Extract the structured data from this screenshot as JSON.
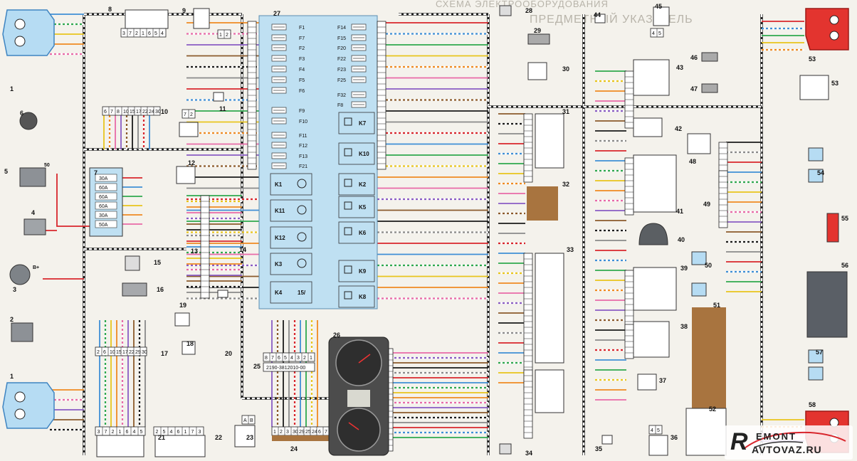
{
  "titles": {
    "left": "СХЕМА ЭЛЕКТРООБОРУДОВАНИЯ",
    "right": "ПРЕДМЕТНЫЙ УКАЗАТЕЛЬ"
  },
  "colors": {
    "wire_red": "#d8262c",
    "wire_blue": "#3f8fd6",
    "wire_green": "#2fa84f",
    "wire_yellow": "#e8c51d",
    "wire_orange": "#ef8a22",
    "wire_pink": "#e86aa8",
    "wire_violet": "#8a5cc4",
    "wire_brown": "#8b5a2b",
    "wire_black": "#1a1a1a",
    "wire_grey": "#8a8a8a",
    "fuse_block": "#bfe0f2",
    "brown_module": "#a8743f",
    "lamp_red": "#e3342f"
  },
  "components": [
    {
      "id": "1",
      "name": "headlight-left-top"
    },
    {
      "id": "1",
      "name": "headlight-left-bottom"
    },
    {
      "id": "2",
      "name": "wiper-motor"
    },
    {
      "id": "3",
      "name": "alternator"
    },
    {
      "id": "4",
      "name": "battery"
    },
    {
      "id": "5",
      "name": "starter"
    },
    {
      "id": "6",
      "name": "horn"
    },
    {
      "id": "7",
      "name": "power-fuse-box"
    },
    {
      "id": "8",
      "name": "connector-8"
    },
    {
      "id": "9",
      "name": "sensor-9"
    },
    {
      "id": "10",
      "name": "connector-10"
    },
    {
      "id": "11",
      "name": "sensor-11"
    },
    {
      "id": "12",
      "name": "sensor-12"
    },
    {
      "id": "13",
      "name": "connector-13"
    },
    {
      "id": "14",
      "name": "connector-14"
    },
    {
      "id": "15",
      "name": "fan-15"
    },
    {
      "id": "16",
      "name": "washer-16"
    },
    {
      "id": "17",
      "name": "connector-17"
    },
    {
      "id": "18",
      "name": "switch-18"
    },
    {
      "id": "19",
      "name": "switch-19"
    },
    {
      "id": "20",
      "name": "sensor-20"
    },
    {
      "id": "21",
      "name": "switch-21"
    },
    {
      "id": "22",
      "name": "switch-22"
    },
    {
      "id": "23",
      "name": "motor-23"
    },
    {
      "id": "24",
      "name": "connector-24"
    },
    {
      "id": "25",
      "name": "connector-25"
    },
    {
      "id": "26",
      "name": "instrument-cluster"
    },
    {
      "id": "27",
      "name": "mounting-block"
    },
    {
      "id": "28",
      "name": "lamp-28"
    },
    {
      "id": "29",
      "name": "sensor-29"
    },
    {
      "id": "30",
      "name": "switch-30"
    },
    {
      "id": "31",
      "name": "relay-31"
    },
    {
      "id": "32",
      "name": "module-32"
    },
    {
      "id": "33",
      "name": "switch-33"
    },
    {
      "id": "34",
      "name": "lamp-34"
    },
    {
      "id": "35",
      "name": "sensor-35"
    },
    {
      "id": "36",
      "name": "motor-36"
    },
    {
      "id": "37",
      "name": "motor-37"
    },
    {
      "id": "38",
      "name": "switch-38"
    },
    {
      "id": "39",
      "name": "switch-39"
    },
    {
      "id": "40",
      "name": "dome-lamp-40"
    },
    {
      "id": "41",
      "name": "switch-41"
    },
    {
      "id": "42",
      "name": "switch-42"
    },
    {
      "id": "43",
      "name": "switch-43"
    },
    {
      "id": "44",
      "name": "sensor-44"
    },
    {
      "id": "45",
      "name": "motor-45"
    },
    {
      "id": "46",
      "name": "sensor-46"
    },
    {
      "id": "47",
      "name": "sensor-47"
    },
    {
      "id": "48",
      "name": "switch-48"
    },
    {
      "id": "49",
      "name": "connector-49"
    },
    {
      "id": "50",
      "name": "lamp-50"
    },
    {
      "id": "51",
      "name": "module-51"
    },
    {
      "id": "52",
      "name": "motor-52"
    },
    {
      "id": "53",
      "name": "taillight-top"
    },
    {
      "id": "53",
      "name": "taillight-bottom"
    },
    {
      "id": "54",
      "name": "motor-54"
    },
    {
      "id": "55",
      "name": "lamp-55"
    },
    {
      "id": "56",
      "name": "stop-lamp-56"
    },
    {
      "id": "57",
      "name": "rear-heater-57"
    },
    {
      "id": "58",
      "name": "lamp-58"
    }
  ],
  "fuses": {
    "left_column": [
      "F1",
      "F7",
      "F2",
      "F3",
      "F4",
      "F5",
      "F6",
      "F9",
      "F10",
      "F11",
      "F12",
      "F13",
      "F21"
    ],
    "right_column": [
      "F14",
      "F15",
      "F20",
      "F22",
      "F23",
      "F25",
      "F32",
      "F8"
    ],
    "power_fuses": [
      "30A",
      "60A",
      "60A",
      "60A",
      "30A",
      "50A"
    ]
  },
  "relays": {
    "left": [
      "K1",
      "K11",
      "K12",
      "K3",
      "K4"
    ],
    "right": [
      "K7",
      "K10",
      "K2",
      "K5",
      "K6",
      "K9",
      "K8"
    ]
  },
  "relay_symbols": {
    "K4": "15/"
  },
  "connector_pins": {
    "c8": [
      "3",
      "7",
      "2",
      "1",
      "6",
      "5",
      "4"
    ],
    "c9": [
      "1",
      "2"
    ],
    "c10": [
      "6",
      "7",
      "8",
      "10",
      "15",
      "17",
      "22",
      "24",
      "30"
    ],
    "c12a": [
      "7",
      "2"
    ],
    "c17": [
      "2",
      "6",
      "10",
      "15",
      "17",
      "22",
      "29",
      "30"
    ],
    "c21": [
      "3",
      "7",
      "2",
      "1",
      "6",
      "4",
      "5"
    ],
    "c22": [
      "2",
      "5",
      "4",
      "6",
      "1",
      "7",
      "3"
    ],
    "c23": [
      "A",
      "B"
    ],
    "c24": [
      "1",
      "2",
      "3",
      "30",
      "29",
      "25",
      "24",
      "6",
      "7"
    ],
    "c25": [
      "8",
      "7",
      "6",
      "5",
      "4",
      "3",
      "2",
      "1"
    ],
    "c25_part": "2190-3812010-00",
    "c36": [
      "4",
      "5"
    ],
    "c45": [
      "4",
      "5"
    ]
  },
  "battery_labels": {
    "starter_terminal": "50",
    "alternator_terminal": "B+"
  },
  "watermark": {
    "brand_line1": "EMONT",
    "brand_line2": "AVTOVAZ.RU",
    "brand_letter": "R"
  }
}
